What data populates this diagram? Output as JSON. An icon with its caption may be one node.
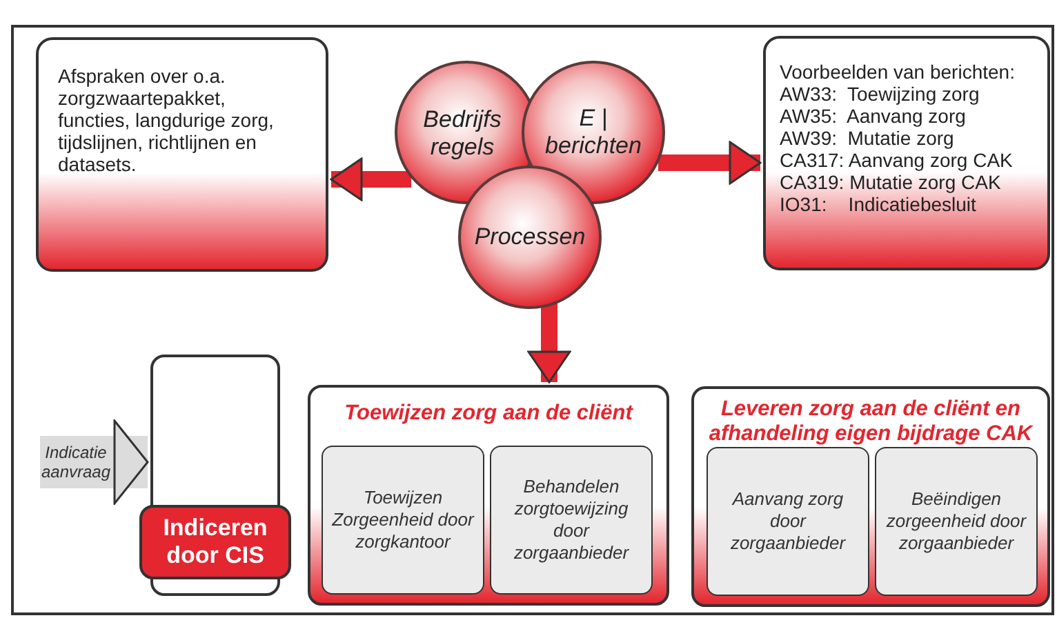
{
  "diagram": {
    "nodes": [
      {
        "text": [
          "Afspraken over o.a. zorgzwaartepakket, functies, langdurige zorg, tijdslijnen, richtlijnen en datasets."
        ]
      },
      {
        "text": [
          "Bedrijfs regels"
        ]
      },
      {
        "text": [
          "E | berichten"
        ]
      },
      {
        "text": [
          "Processen"
        ]
      },
      {
        "text": [
          "Voorbeelden van berichten:",
          "AW33:  Toewijzing zorg",
          "AW35:  Aanvang zorg",
          "AW39:  Mutatie zorg",
          "CA317: Aanvang zorg CAK",
          "CA319: Mutatie zorg CAK",
          "IO31:    Indicatiebesluit"
        ]
      },
      {
        "text": [],
        "shape": "box"
      },
      {
        "text": [
          "Indiceren door CIS"
        ]
      },
      {
        "text": [
          "Toewijzen zorg aan de cliënt"
        ]
      },
      {
        "text": [
          "Toewijzen Zorgeenheid door zorgkantoor"
        ],
        "in": 7
      },
      {
        "text": [
          "Behandelen zorgtoewijzing door zorgaanbieder"
        ],
        "in": 7
      },
      {
        "text": [
          "Leveren zorg aan de cliënt en afhandeling eigen bijdrage CAK"
        ]
      },
      {
        "text": [
          "Aanvang zorg door zorgaanbieder"
        ],
        "in": 10
      },
      {
        "text": [
          "Beëindigen zorgeenheid door zorgaanbieder"
        ],
        "in": 10
      }
    ],
    "edges": [
      {
        "from": 1,
        "to": 0,
        "arrow": "to"
      },
      {
        "from": 2,
        "to": 4,
        "arrow": "to"
      },
      {
        "from": 3,
        "to": 7,
        "arrow": "to"
      },
      {
        "from": null,
        "to": 5,
        "arrow": "to",
        "label": "Indicatie aanvraag",
        "style": "thick",
        "color": "#dcdcdc"
      }
    ]
  }
}
